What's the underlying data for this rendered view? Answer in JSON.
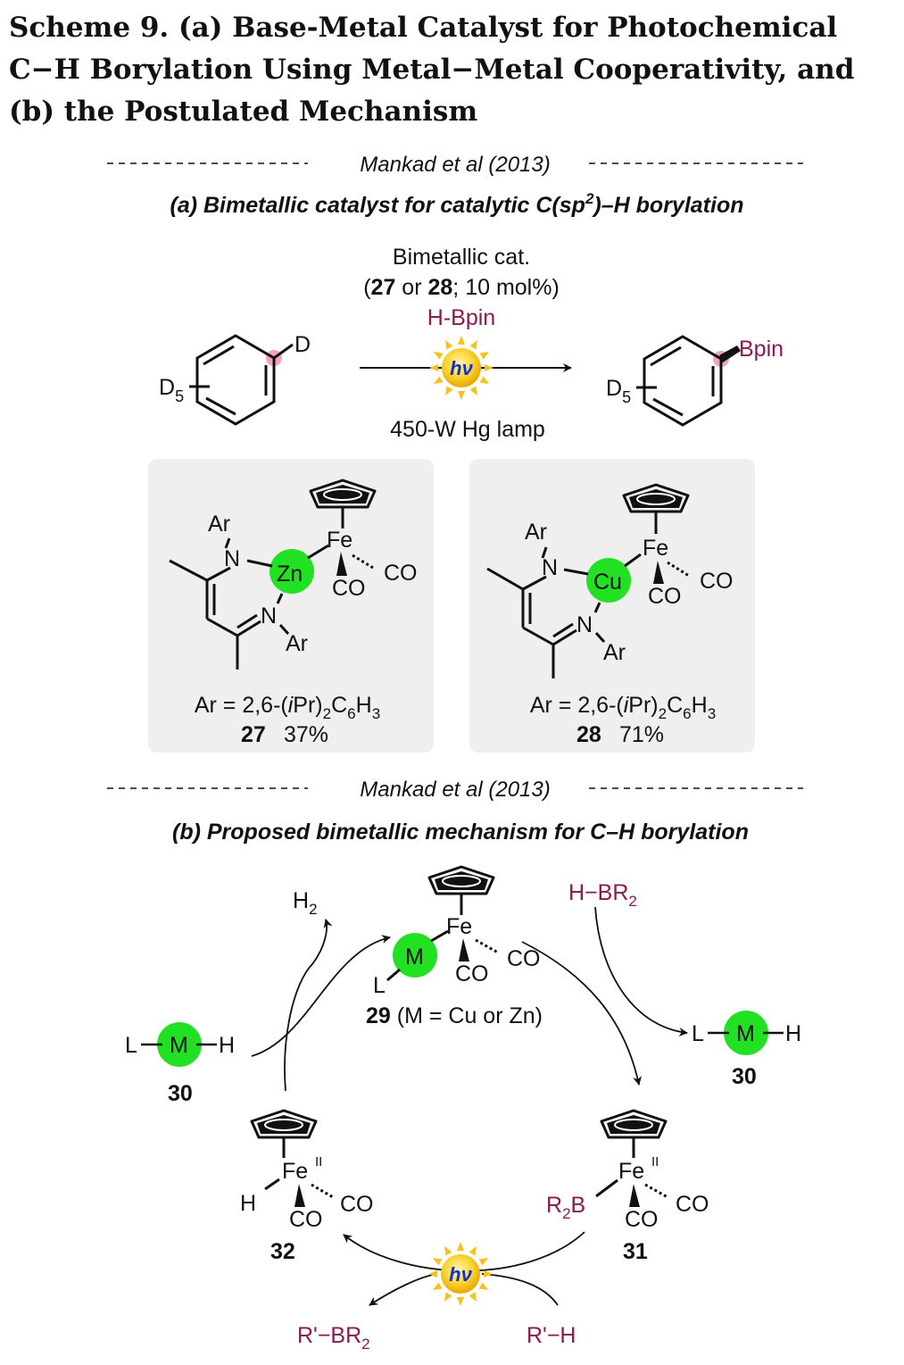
{
  "caption": "Scheme 9. (a) Base-Metal Catalyst for Photochemical C−H Borylation Using Metal−Metal Cooperativity, and (b) the Postulated Mechanism",
  "section_a": {
    "source": "Mankad et al (2013)",
    "title_pre": "(a) Bimetallic catalyst for catalytic C(sp",
    "title_sup": "2",
    "title_post": ")–H borylation",
    "conditions": {
      "line1": "Bimetallic cat.",
      "line2_open": "(",
      "cat1": "27",
      "or": " or ",
      "cat2": "28",
      "line2_rest": "; 10 mol%)",
      "reagent": "H-Bpin",
      "light": "hν",
      "lamp": "450-W Hg lamp"
    },
    "substrate": {
      "d_sub": "D",
      "d5": "D",
      "d5_sub": "5"
    },
    "product": {
      "group": "Bpin",
      "d5": "D",
      "d5_sub": "5"
    },
    "catalysts": [
      {
        "metal": "Zn",
        "fe": "Fe",
        "co1": "CO",
        "co2": "CO",
        "n": "N",
        "ar": "Ar",
        "ar_def_pre": "Ar = 2,6-(",
        "ar_def_ital": "i",
        "ar_def_mid": "Pr)",
        "ar_def_s1": "2",
        "ar_def_c": "C",
        "ar_def_s2": "6",
        "ar_def_h": "H",
        "ar_def_s3": "3",
        "label": "27",
        "yield": "37%"
      },
      {
        "metal": "Cu",
        "fe": "Fe",
        "co1": "CO",
        "co2": "CO",
        "n": "N",
        "ar": "Ar",
        "ar_def_pre": "Ar = 2,6-(",
        "ar_def_ital": "i",
        "ar_def_mid": "Pr)",
        "ar_def_s1": "2",
        "ar_def_c": "C",
        "ar_def_s2": "6",
        "ar_def_h": "H",
        "ar_def_s3": "3",
        "label": "28",
        "yield": "71%"
      }
    ]
  },
  "section_b": {
    "source": "Mankad et al (2013)",
    "title": "(b) Proposed bimetallic mechanism for C–H borylation",
    "complex29": {
      "fe": "Fe",
      "m": "M",
      "l": "L",
      "co1": "CO",
      "co2": "CO",
      "label": "29",
      "desc": " (M = Cu or Zn)"
    },
    "h2": {
      "h": "H",
      "sub": "2"
    },
    "hbr2": {
      "text": "H−BR",
      "sub": "2"
    },
    "lmh_left": {
      "l": "L",
      "m": "M",
      "h": "H",
      "label": "30"
    },
    "lmh_right": {
      "l": "L",
      "m": "M",
      "h": "H",
      "label": "30"
    },
    "complex32": {
      "fe": "Fe",
      "ox": "II",
      "h": "H",
      "co1": "CO",
      "co2": "CO",
      "label": "32"
    },
    "complex31": {
      "fe": "Fe",
      "ox": "II",
      "r2b_r": "R",
      "r2b_sub": "2",
      "r2b_b": "B",
      "co1": "CO",
      "co2": "CO",
      "label": "31"
    },
    "light": "hν",
    "product": {
      "text": "R'−BR",
      "sub": "2"
    },
    "substrate": "R'−H"
  },
  "colors": {
    "metal_highlight": "#22e022",
    "maroon": "#8b1a50",
    "panel_bg": "#efefef",
    "sun": "#f7c31a",
    "pink": "#f3a6b8"
  }
}
